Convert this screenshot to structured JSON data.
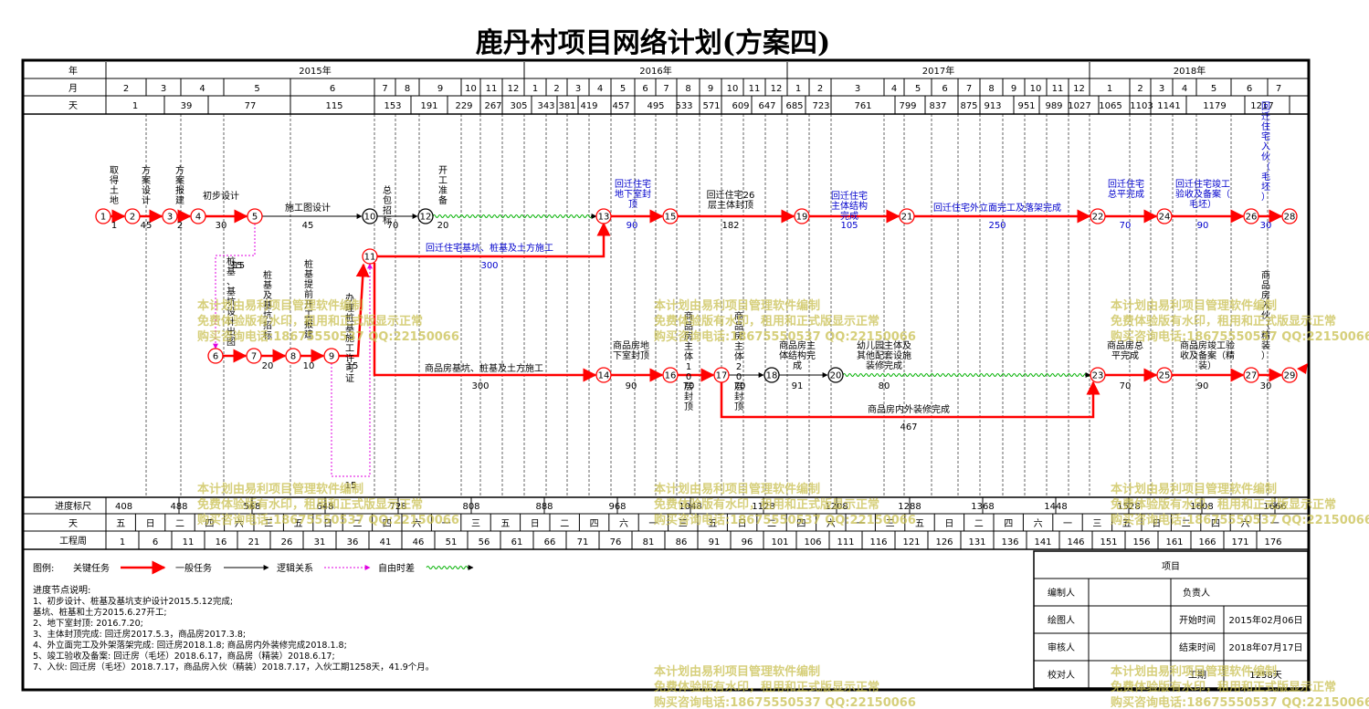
{
  "title": "鹿丹村项目网络计划(方案四)",
  "header": {
    "row_labels": {
      "year": "年",
      "month": "月",
      "day": "天"
    },
    "years": [
      "2015年",
      "2016年",
      "2017年",
      "2018年"
    ],
    "months": [
      "2",
      "3",
      "4",
      "5",
      "6",
      "7",
      "8",
      "9",
      "10",
      "11",
      "12",
      "1",
      "2",
      "3",
      "4",
      "5",
      "6",
      "7",
      "8",
      "9",
      "10",
      "11",
      "12",
      "1",
      "2",
      "3",
      "4",
      "5",
      "6",
      "7",
      "8",
      "9",
      "10",
      "11",
      "12",
      "1",
      "2",
      "3",
      "4",
      "5",
      "6",
      "7"
    ],
    "days": [
      "1",
      "39",
      "77",
      "115",
      "153",
      "191",
      "229",
      "267",
      "305",
      "343",
      "381",
      "419",
      "457",
      "495",
      "533",
      "571",
      "609",
      "647",
      "685",
      "723",
      "761",
      "799",
      "837",
      "875",
      "913",
      "951",
      "989",
      "1027",
      "1065",
      "1103",
      "1141",
      "1179",
      "1217"
    ]
  },
  "nodes": [
    "1",
    "2",
    "3",
    "4",
    "5",
    "6",
    "7",
    "8",
    "9",
    "10",
    "11",
    "12",
    "13",
    "14",
    "15",
    "16",
    "17",
    "18",
    "19",
    "20",
    "21",
    "22",
    "23",
    "24",
    "25",
    "26",
    "27",
    "28",
    "29"
  ],
  "tasks": [
    {
      "label": "取得土地",
      "duration": "1"
    },
    {
      "label": "方案设计",
      "duration": "45"
    },
    {
      "label": "方案报建",
      "duration": "2"
    },
    {
      "label": "初步设计",
      "duration": "30"
    },
    {
      "label": "施工图设计",
      "duration": "45"
    },
    {
      "label": "总包招标",
      "duration": "70"
    },
    {
      "label": "开工准备",
      "duration": "20"
    },
    {
      "label": "回迁住宅地下室封顶",
      "duration": "90"
    },
    {
      "label": "回迁住宅26层主体封顶",
      "duration": "182"
    },
    {
      "label": "回迁住宅主体结构完成",
      "duration": "105"
    },
    {
      "label": "回迁住宅外立面完工及落架完成",
      "duration": "250"
    },
    {
      "label": "回迁住宅总平完成",
      "duration": "70"
    },
    {
      "label": "回迁住宅竣工验收及备案（毛坯）",
      "duration": "90"
    },
    {
      "label": "回迁住宅入伙（毛坯）",
      "duration": "30"
    },
    {
      "label": "回迁住宅基坑、桩基及土方施工",
      "duration": "300"
    },
    {
      "label": "桩基、基坑设计出图",
      "duration": "15"
    },
    {
      "label": "桩基及基坑招标",
      "duration": "20"
    },
    {
      "label": "桩基提前开工报建",
      "duration": "10"
    },
    {
      "label": "办理桩基施工许可证",
      "duration": "15"
    },
    {
      "label": "商品房基坑、桩基及土方施工",
      "duration": "300"
    },
    {
      "label": "商品房地下室封顶",
      "duration": "90"
    },
    {
      "label": "商品房主体10层封顶",
      "duration": "70"
    },
    {
      "label": "商品房主体20层封顶",
      "duration": "70"
    },
    {
      "label": "商品房主体结构完成",
      "duration": "91"
    },
    {
      "label": "幼儿园主体及其他配套设施装修完成",
      "duration": "80"
    },
    {
      "label": "商品房总平完成",
      "duration": "70"
    },
    {
      "label": "商品房竣工验收及备案（精装）",
      "duration": "90"
    },
    {
      "label": "商品房入伙（精装）",
      "duration": "30"
    },
    {
      "label": "商品房内外装修完成",
      "duration": "467"
    }
  ],
  "float_labels": [
    "-15",
    "15"
  ],
  "footer": {
    "scale_label": "进度标尺",
    "scale_values": [
      "408",
      "488",
      "568",
      "648",
      "728",
      "808",
      "888",
      "968",
      "1048",
      "1128",
      "1208",
      "1288",
      "1368",
      "1448",
      "1528",
      "1608",
      "1666"
    ],
    "day_label": "天",
    "weekdays": [
      "五",
      "日",
      "二",
      "四",
      "六",
      "三",
      "五",
      "日",
      "二",
      "四",
      "六",
      "一",
      "三",
      "五",
      "日",
      "二",
      "四",
      "六",
      "一",
      "三",
      "五",
      "日",
      "二",
      "四",
      "六",
      "一",
      "三",
      "五",
      "日",
      "二",
      "四",
      "六",
      "一",
      "三",
      "五",
      "日",
      "二",
      "四",
      "六",
      "一"
    ],
    "week_label": "工程周",
    "week_values": [
      "1",
      "6",
      "11",
      "16",
      "21",
      "26",
      "31",
      "36",
      "41",
      "46",
      "51",
      "56",
      "61",
      "66",
      "71",
      "76",
      "81",
      "86",
      "91",
      "96",
      "101",
      "106",
      "111",
      "116",
      "121",
      "126",
      "131",
      "136",
      "141",
      "146",
      "151",
      "156",
      "161",
      "166",
      "171",
      "176"
    ]
  },
  "legend": {
    "title": "图例:",
    "items": [
      "关键任务",
      "一般任务",
      "逻辑关系",
      "自由时差"
    ]
  },
  "notes": {
    "title": "进度节点说明:",
    "lines": [
      "1、初步设计、桩基及基坑支护设计2015.5.12完成;",
      "    基坑、桩基和土方2015.6.27开工;",
      "2、地下室封顶: 2016.7.20;",
      "3、主体封顶完成: 回迁房2017.5.3，商品房2017.3.8;",
      "4、外立面完工及外架落架完成: 回迁房2018.1.8; 商品房内外装修完成2018.1.8;",
      "5、竣工验收及备案: 回迁房（毛坯）2018.6.17，商品房（精装）2018.6.17;",
      "7、入伙: 回迁房（毛坯）2018.7.17，商品房入伙（精装）2018.7.17，入伙工期1258天，41.9个月。"
    ]
  },
  "info": {
    "project_label": "项目",
    "editor_label": "编制人",
    "owner_label": "负责人",
    "drawer_label": "绘图人",
    "start_label": "开始时间",
    "start_value": "2015年02月06日",
    "reviewer_label": "审核人",
    "end_label": "结束时间",
    "end_value": "2018年07月17日",
    "checker_label": "校对人",
    "duration_label": "工期",
    "duration_value": "1258天"
  },
  "watermark": [
    "本计划由易利项目管理软件编制",
    "免费体验版有水印，租用和正式版显示正常",
    "购买咨询电话:18675550537 QQ:22150066"
  ],
  "colors": {
    "critical": "#ff0000",
    "normal": "#000000",
    "blue_text": "#0000cc",
    "float": "#e000e0",
    "wavy": "#00b000",
    "watermark": "#c9c050"
  }
}
